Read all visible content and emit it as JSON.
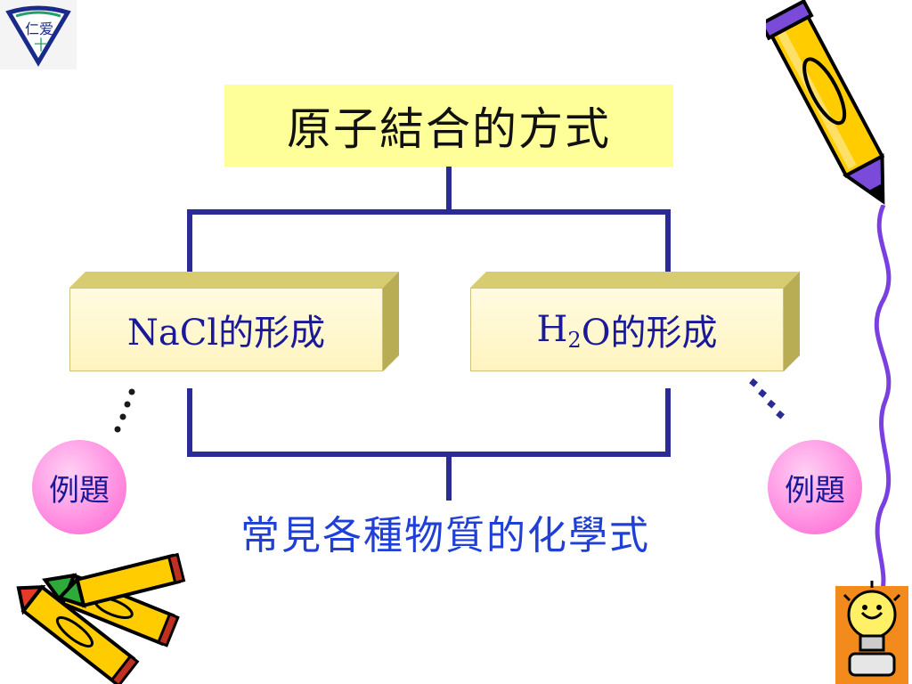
{
  "diagram": {
    "title": "原子結合的方式",
    "left_box": {
      "label": "NaCl的形成"
    },
    "right_box": {
      "prefix": "H",
      "subscript": "2",
      "suffix": "O的形成"
    },
    "bottom_text": "常見各種物質的化學式",
    "example_left": "例題",
    "example_right": "例題"
  },
  "logo": {
    "text_top": "仁爱",
    "text_bottom": "十"
  },
  "colors": {
    "connector": "#2b2b96",
    "title_bg": "#ffff99",
    "box_bg": "#fff6c8",
    "bottom_text": "#1f3fd6",
    "example_fill": "#ff8fe0"
  },
  "decorations": [
    "pencil-icon",
    "crayons-icon",
    "lightbulb-icon",
    "squiggle-line"
  ]
}
